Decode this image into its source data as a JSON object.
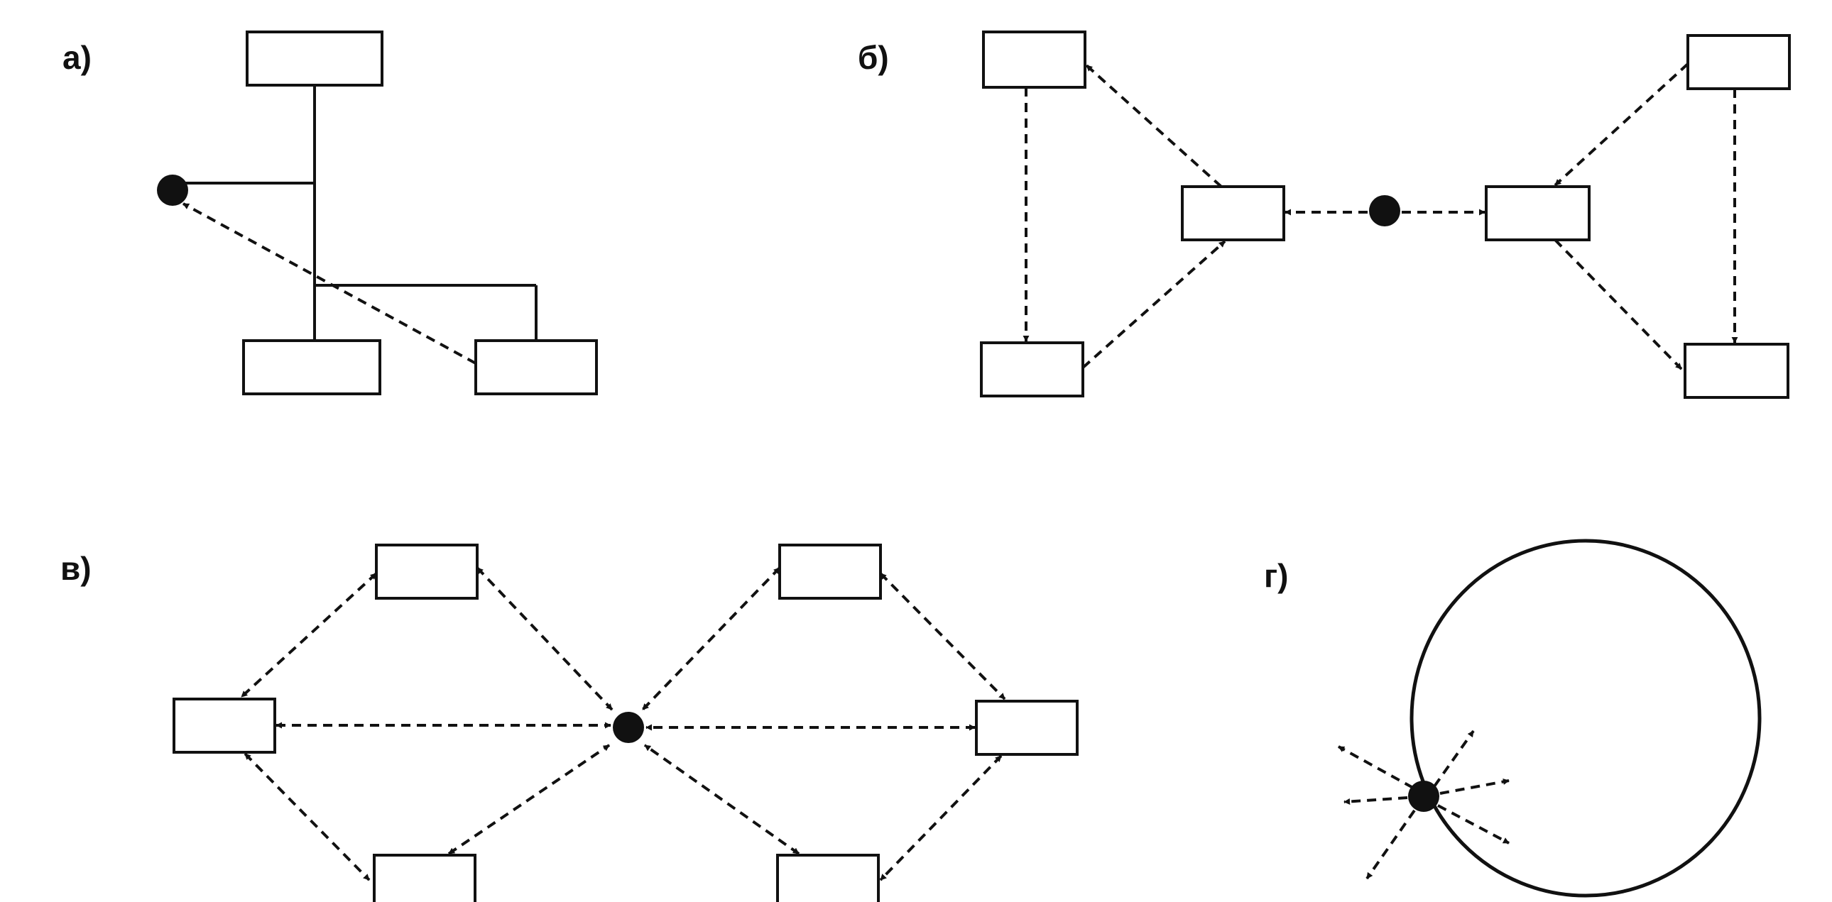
{
  "panels": {
    "a": {
      "label": "а)"
    },
    "b": {
      "label": "б)"
    },
    "v": {
      "label": "в)"
    },
    "g": {
      "label": "г)"
    }
  },
  "colors": {
    "ink": "#111111",
    "background": "#ffffff"
  }
}
